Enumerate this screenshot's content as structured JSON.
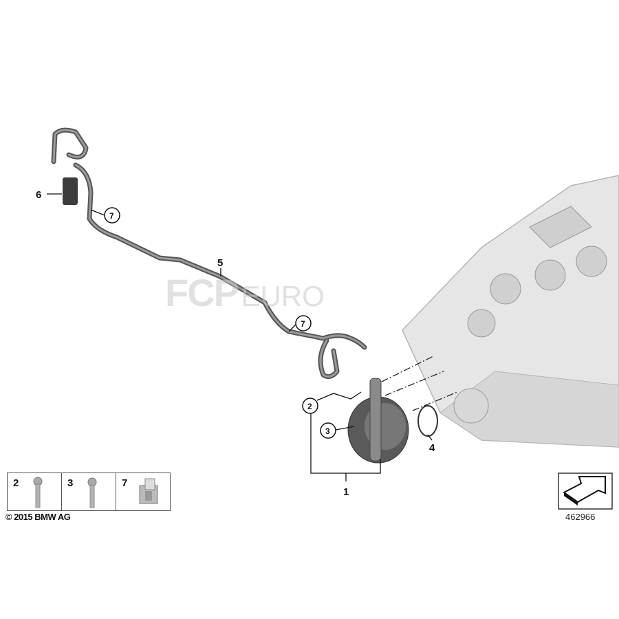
{
  "callouts": {
    "c1": "1",
    "c2": "2",
    "c3": "3",
    "c4": "4",
    "c5": "5",
    "c6": "6",
    "c7a": "7",
    "c7b": "7"
  },
  "legend": [
    {
      "label": "2",
      "icon": "bolt-icon"
    },
    {
      "label": "3",
      "icon": "bolt-icon"
    },
    {
      "label": "7",
      "icon": "clip-icon"
    }
  ],
  "copyright": "© 2015 BMW AG",
  "diagram_number": "462966",
  "watermark": {
    "brand": "FCP",
    "suffix": "EURO"
  },
  "colors": {
    "hose": "#6b6b6b",
    "engine": "#e4e4e4",
    "pump": "#5a5a5a"
  }
}
